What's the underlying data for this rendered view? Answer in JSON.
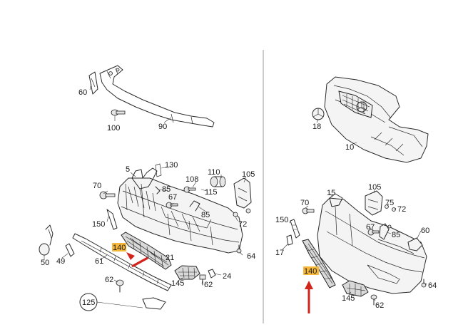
{
  "colors": {
    "highlight": "#f5b73a",
    "arrow": "#d0241c",
    "line": "#2a2a2a"
  },
  "left_panel": {
    "labels": {
      "l60": "60",
      "l100": "100",
      "l90": "90",
      "l5": "5",
      "l130": "130",
      "l110": "110",
      "l105": "105",
      "l70": "70",
      "l108": "108",
      "l85a": "85",
      "l115": "115",
      "l67": "67",
      "l85b": "85",
      "l72": "72",
      "l150": "150",
      "l140": "140",
      "l21": "21",
      "l64": "64",
      "l50": "50",
      "l49": "49",
      "l61": "61",
      "l24": "24",
      "l62a": "62",
      "l62b": "62",
      "l145": "145",
      "l125": "125"
    }
  },
  "right_panel": {
    "labels": {
      "l18": "18",
      "l10": "10",
      "l70": "70",
      "l15": "15",
      "l105": "105",
      "l75": "75",
      "l72": "72",
      "l150": "150",
      "l67": "67",
      "l85": "85",
      "l60": "60",
      "l17": "17",
      "l140": "140",
      "l64": "64",
      "l145": "145",
      "l62": "62"
    }
  }
}
